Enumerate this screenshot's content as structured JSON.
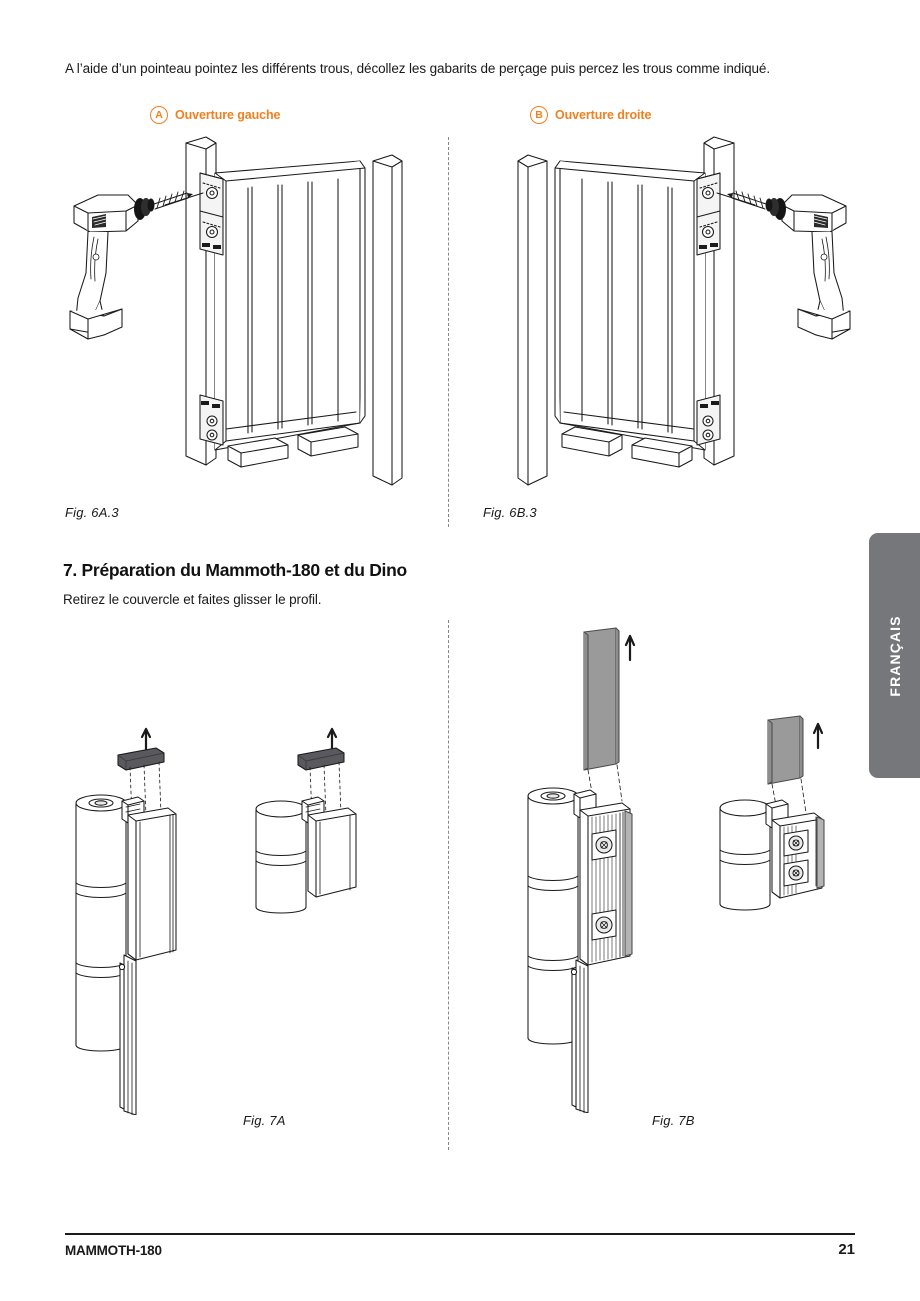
{
  "document": {
    "intro_text": "A l’aide d’un pointeau pointez les différents trous, décollez les gabarits de perçage puis percez les trous comme indiqué.",
    "language_tab": "FRANÇAIS",
    "footer": {
      "product": "MAMMOTH-180",
      "page_number": "21"
    }
  },
  "callouts": [
    {
      "id": "A",
      "label": "Ouverture gauche"
    },
    {
      "id": "B",
      "label": "Ouverture droite"
    }
  ],
  "figures": [
    {
      "id": "fig-6a",
      "caption": "Fig. 6A.3"
    },
    {
      "id": "fig-6b",
      "caption": "Fig. 6B.3"
    },
    {
      "id": "fig-7a",
      "caption": "Fig. 7A"
    },
    {
      "id": "fig-7b",
      "caption": "Fig. 7B"
    }
  ],
  "section": {
    "number": "7.",
    "heading": "7. Préparation du Mammoth-180 et du Dino",
    "subtext": "Retirez le couvercle et faites glisser le profil."
  },
  "colors": {
    "accent_orange": "#F08020",
    "tab_gray": "#76777a",
    "line_art": "#1a1a1a",
    "part_fill_gray": "#9a9a9a",
    "cap_dark_gray": "#5a5a5e",
    "text": "#1a1a1a"
  }
}
